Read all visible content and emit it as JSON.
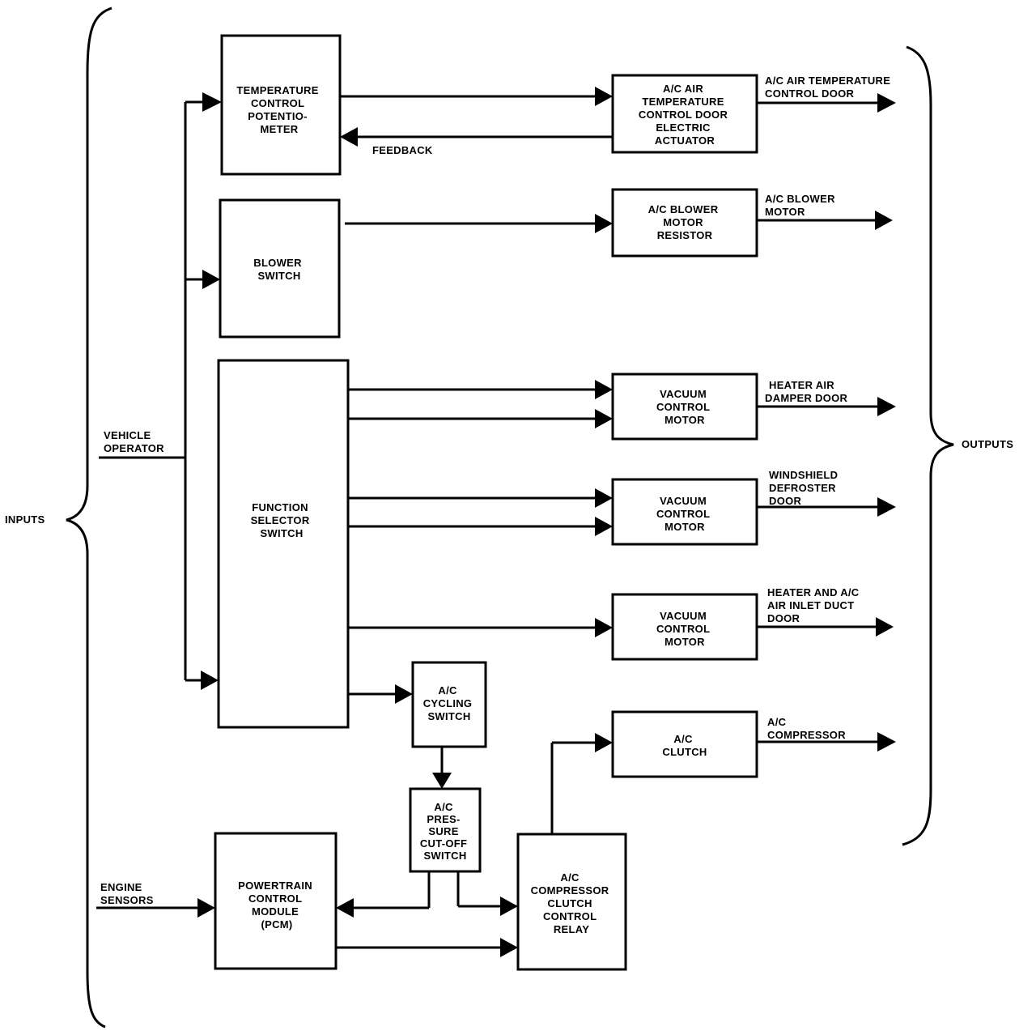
{
  "labels": {
    "inputs": "INPUTS",
    "outputs": "OUTPUTS",
    "vehicle_operator": [
      "VEHICLE",
      "OPERATOR"
    ],
    "engine_sensors": [
      "ENGINE",
      "SENSORS"
    ],
    "feedback": "FEEDBACK"
  },
  "boxes": {
    "temp_pot": [
      "TEMPERATURE",
      "CONTROL",
      "POTENTIO-",
      "METER"
    ],
    "blower_switch": [
      "BLOWER",
      "SWITCH"
    ],
    "function_selector": [
      "FUNCTION",
      "SELECTOR",
      "SWITCH"
    ],
    "temp_actuator": [
      "A/C AIR",
      "TEMPERATURE",
      "CONTROL DOOR",
      "ELECTRIC",
      "ACTUATOR"
    ],
    "blower_resistor": [
      "A/C BLOWER",
      "MOTOR",
      "RESISTOR"
    ],
    "vacuum_motor_1": [
      "VACUUM",
      "CONTROL",
      "MOTOR"
    ],
    "vacuum_motor_2": [
      "VACUUM",
      "CONTROL",
      "MOTOR"
    ],
    "vacuum_motor_3": [
      "VACUUM",
      "CONTROL",
      "MOTOR"
    ],
    "cycling_switch": [
      "A/C",
      "CYCLING",
      "SWITCH"
    ],
    "pressure_switch": [
      "A/C",
      "PRES-",
      "SURE",
      "CUT-OFF",
      "SWITCH"
    ],
    "ac_clutch": [
      "A/C",
      "CLUTCH"
    ],
    "pcm": [
      "POWERTRAIN",
      "CONTROL",
      "MODULE",
      "(PCM)"
    ],
    "relay": [
      "A/C",
      "COMPRESSOR",
      "CLUTCH",
      "CONTROL",
      "RELAY"
    ]
  },
  "outputs": {
    "temp_door": [
      "A/C AIR TEMPERATURE",
      "CONTROL DOOR"
    ],
    "blower_motor": [
      "A/C BLOWER",
      "MOTOR"
    ],
    "damper_door": [
      "HEATER AIR",
      "DAMPER DOOR"
    ],
    "defroster_door": [
      "WINDSHIELD",
      "DEFROSTER",
      "DOOR"
    ],
    "inlet_door": [
      "HEATER AND A/C",
      "AIR INLET DUCT",
      "DOOR"
    ],
    "compressor": [
      "A/C",
      "COMPRESSOR"
    ]
  }
}
